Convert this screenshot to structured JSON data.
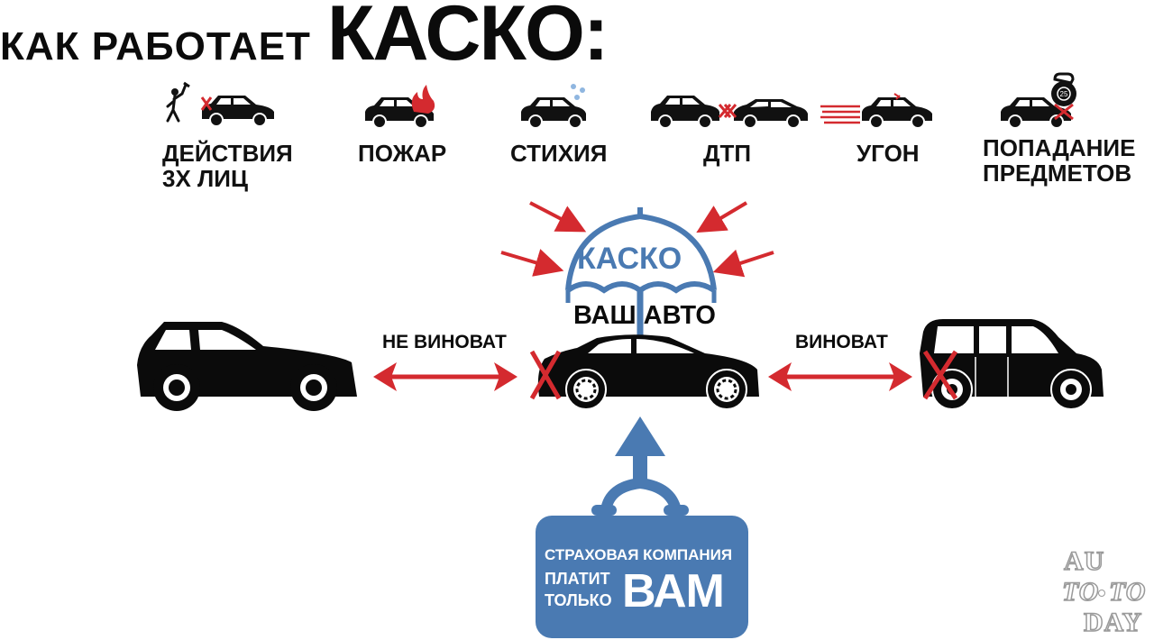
{
  "title": {
    "part1": "КАК РАБОТАЕТ",
    "part2": "КАСКО:"
  },
  "risks": [
    {
      "line1": "ДЕЙСТВИЯ",
      "line2": "3Х ЛИЦ",
      "icon": "vandal-car-icon"
    },
    {
      "line1": "ПОЖАР",
      "line2": "",
      "icon": "car-fire-icon"
    },
    {
      "line1": "СТИХИЯ",
      "line2": "",
      "icon": "car-hail-icon"
    },
    {
      "line1": "ДТП",
      "line2": "",
      "icon": "car-crash-icon"
    },
    {
      "line1": "УГОН",
      "line2": "",
      "icon": "car-theft-icon"
    },
    {
      "line1": "ПОПАДАНИЕ",
      "line2": "ПРЕДМЕТОВ",
      "icon": "falling-object-car-icon"
    }
  ],
  "umbrella_label": "КАСКО",
  "your_car_label": "ВАШ АВТО",
  "not_guilty_label": "НЕ ВИНОВАТ",
  "guilty_label": "ВИНОВАТ",
  "insurer": {
    "line1": "СТРАХОВАЯ КОМПАНИЯ",
    "pays": "ПЛАТИТ",
    "only": "ТОЛЬКО",
    "you": "ВАМ"
  },
  "watermark": {
    "line1": "AU",
    "line2a": "TO",
    "line2b": "TO",
    "line3": "DAY"
  },
  "colors": {
    "blue": "#4a7ab2",
    "red": "#d42a2f",
    "black": "#0b0b0b"
  }
}
